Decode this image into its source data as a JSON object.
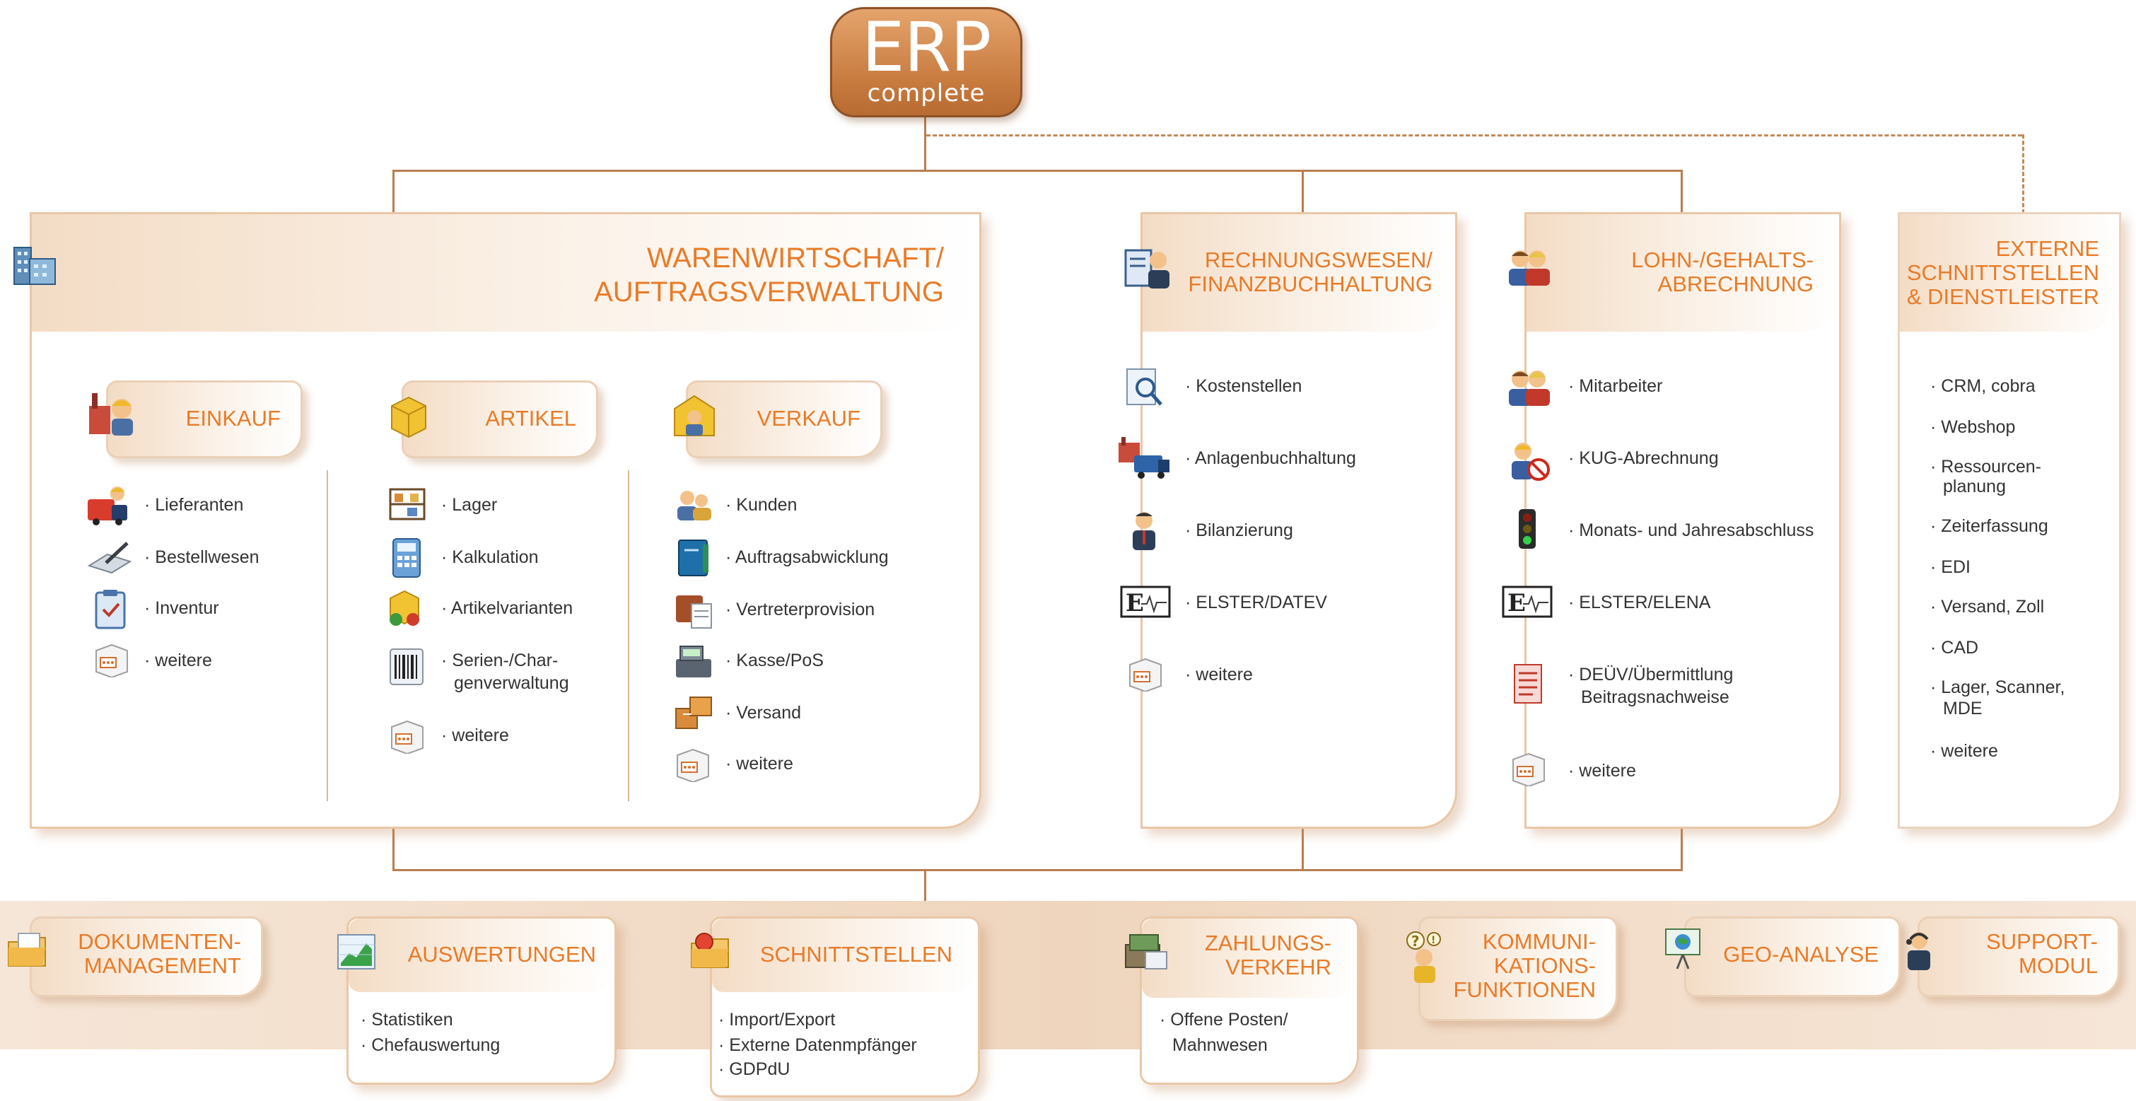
{
  "erp": {
    "title": "ERP",
    "subtitle": "complete"
  },
  "main": {
    "warenwirtschaft": {
      "title_line1": "WARENWIRTSCHAFT/",
      "title_line2": "AUFTRAGSVERWALTUNG",
      "einkauf": {
        "title": "EINKAUF",
        "items": [
          "· Lieferanten",
          "· Bestellwesen",
          "· Inventur",
          "· weitere"
        ]
      },
      "artikel": {
        "title": "ARTIKEL",
        "items": [
          "· Lager",
          "· Kalkulation",
          "· Artikelvarianten",
          "· Serien-/Char-",
          "genverwaltung",
          "· weitere"
        ]
      },
      "verkauf": {
        "title": "VERKAUF",
        "items": [
          "· Kunden",
          "· Auftragsabwicklung",
          "· Vertreterprovision",
          "· Kasse/PoS",
          "· Versand",
          "· weitere"
        ]
      }
    },
    "rechnungswesen": {
      "title_line1": "RECHNUNGSWESEN/",
      "title_line2": "FINANZBUCHHALTUNG",
      "items": [
        "· Kostenstellen",
        "· Anlagenbuchhaltung",
        "· Bilanzierung",
        "· ELSTER/DATEV",
        "· weitere"
      ]
    },
    "lohn": {
      "title_line1": "LOHN-/GEHALTS-",
      "title_line2": "ABRECHNUNG",
      "items": [
        "· Mitarbeiter",
        "· KUG-Abrechnung",
        "· Monats- und Jahresabschluss",
        "· ELSTER/ELENA",
        "· DEÜV/Übermittlung",
        "Beitragsnachweise",
        "· weitere"
      ]
    },
    "extern": {
      "title_line1": "EXTERNE",
      "title_line2": "SCHNITTSTELLEN",
      "title_line3": "& DIENSTLEISTER",
      "items": [
        "· CRM, cobra",
        "· Webshop",
        "· Ressourcen-",
        "planung",
        "· Zeiterfassung",
        "· EDI",
        "· Versand, Zoll",
        "· CAD",
        "· Lager, Scanner,",
        "MDE",
        "· weitere"
      ]
    }
  },
  "bottom": {
    "dokumente": {
      "line1": "DOKUMENTEN-",
      "line2": "MANAGEMENT"
    },
    "auswertungen": {
      "title": "AUSWERTUNGEN",
      "items": [
        "· Statistiken",
        "· Chefauswertung"
      ]
    },
    "schnittstellen": {
      "title": "SCHNITTSTELLEN",
      "items": [
        "· Import/Export",
        "· Externe Datenmpfänger",
        "· GDPdU"
      ]
    },
    "zahlung": {
      "line1": "ZAHLUNGS-",
      "line2": "VERKEHR",
      "items": [
        "· Offene Posten/",
        "Mahnwesen"
      ]
    },
    "kommunikation": {
      "line1": "KOMMUNI-",
      "line2": "KATIONS-",
      "line3": "FUNKTIONEN"
    },
    "geo": {
      "title": "GEO-ANALYSE"
    },
    "support": {
      "line1": "SUPPORT-",
      "line2": "MODUL"
    }
  },
  "colors": {
    "accent": "#e97b27",
    "line": "#b97e4e",
    "panel_border": "#e9c7a7"
  }
}
